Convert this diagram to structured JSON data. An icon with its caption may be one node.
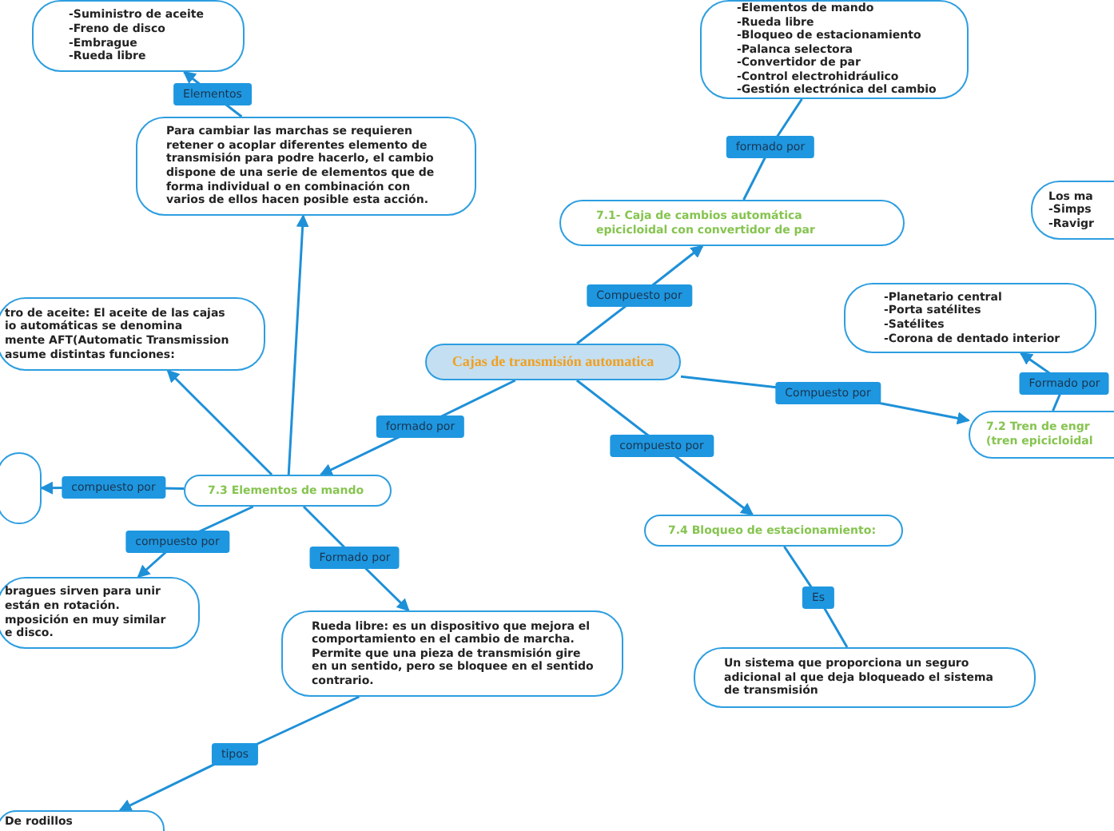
{
  "diagram": {
    "nodes": [
      {
        "text": [
          "Cajas de transmisión automatica"
        ]
      },
      {
        "text": [
          "7.1- Caja de cambios automática epicicloidal con convertidor de par"
        ]
      },
      {
        "text": [
          "-Elementos de mando",
          "-Rueda libre",
          "-Bloqueo de estacionamiento",
          "-Palanca selectora",
          "-Convertidor de par",
          "-Control electrohidráulico",
          "-Gestión electrónica del cambio"
        ]
      },
      {
        "text": [
          "Los ma",
          "-Simps",
          "-Ravigr"
        ]
      },
      {
        "text": [
          "7.2 Tren de engr",
          "(tren epicicloidal"
        ]
      },
      {
        "text": [
          "-Planetario central",
          "-Porta satélites",
          "-Satélites",
          "-Corona de dentado interior"
        ]
      },
      {
        "text": [
          "7.4 Bloqueo de estacionamiento:"
        ]
      },
      {
        "text": [
          "Un sistema que proporciona un seguro adicional al que deja bloqueado el sistema de transmisión"
        ]
      },
      {
        "text": [
          "7.3 Elementos de mando"
        ]
      },
      {
        "text": [
          "Para cambiar las marchas se requieren retener o acoplar diferentes elemento de transmisión para podre hacerlo, el cambio dispone de una serie de elementos que de forma individual o en combinación con varios de ellos hacen posible esta acción."
        ]
      },
      {
        "text": [
          "-Suministro de aceite",
          "-Freno de disco",
          "-Embrague",
          "-Rueda libre"
        ]
      },
      {
        "text": [
          "tro de aceite: El aceite de las cajas",
          "io automáticas se denomina",
          "mente AFT(Automatic Transmission",
          "asume distintas funciones:"
        ]
      },
      {
        "text": [],
        "shape": "box"
      },
      {
        "text": [
          "bragues sirven para unir",
          "están en rotación.",
          "mposición en muy similar",
          "e disco."
        ]
      },
      {
        "text": [
          "Rueda libre: es un dispositivo que mejora el comportamiento en el cambio de marcha. Permite que una pieza de transmisión gire en un sentido, pero se bloquee en el sentido contrario."
        ]
      },
      {
        "text": [
          "De rodillos"
        ]
      }
    ],
    "edges": [
      {
        "from": 0,
        "to": 1,
        "arrow": "to",
        "label": "Compuesto por"
      },
      {
        "from": 1,
        "to": 2,
        "arrow": "none",
        "label": "formado por"
      },
      {
        "from": 0,
        "to": 4,
        "arrow": "to",
        "label": "Compuesto por"
      },
      {
        "from": 4,
        "to": 5,
        "arrow": "to",
        "label": "Formado por"
      },
      {
        "from": 0,
        "to": 6,
        "arrow": "to",
        "label": "compuesto por"
      },
      {
        "from": 6,
        "to": 7,
        "arrow": "none",
        "label": "Es"
      },
      {
        "from": 0,
        "to": 8,
        "arrow": "to",
        "label": "formado por"
      },
      {
        "from": 8,
        "to": 9,
        "arrow": "to"
      },
      {
        "from": 9,
        "to": 10,
        "arrow": "to",
        "label": "Elementos"
      },
      {
        "from": 8,
        "to": 11,
        "arrow": "to"
      },
      {
        "from": 8,
        "to": 12,
        "arrow": "to",
        "label": "compuesto por"
      },
      {
        "from": 8,
        "to": 13,
        "arrow": "to",
        "label": "compuesto por"
      },
      {
        "from": 8,
        "to": 14,
        "arrow": "to",
        "label": "Formado por"
      },
      {
        "from": 14,
        "to": 15,
        "arrow": "to",
        "label": "tipos"
      }
    ]
  }
}
